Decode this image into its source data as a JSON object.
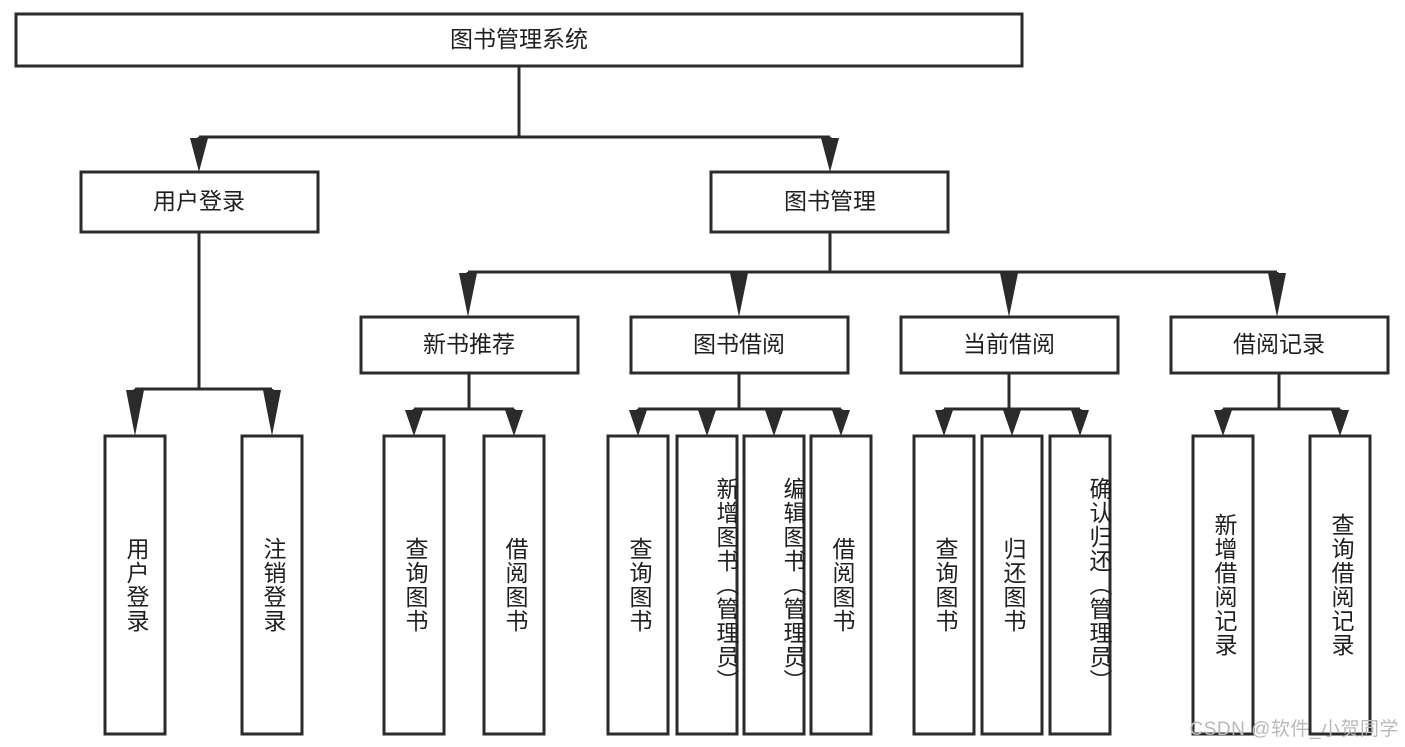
{
  "diagram": {
    "title": "图书管理系统",
    "type": "hierarchy-tree",
    "watermark": "CSDN @软件_小贺同学",
    "colors": {
      "stroke": "#2b2b2b",
      "fill": "#ffffff",
      "text": "#1f1f1f",
      "watermark": "#b9b9b9"
    },
    "levels": {
      "root": "图书管理系统",
      "level2": [
        "用户登录",
        "图书管理"
      ],
      "level3": [
        "新书推荐",
        "图书借阅",
        "当前借阅",
        "借阅记录"
      ]
    },
    "nodes": {
      "root": {
        "label": "图书管理系统"
      },
      "user_login": {
        "label": "用户登录"
      },
      "book_manage": {
        "label": "图书管理"
      },
      "new_book_rec": {
        "label": "新书推荐"
      },
      "book_borrow": {
        "label": "图书借阅"
      },
      "current_borrow": {
        "label": "当前借阅"
      },
      "borrow_record": {
        "label": "借阅记录"
      },
      "leaf_user_login": {
        "label": "用户登录"
      },
      "leaf_logout": {
        "label": "注销登录"
      },
      "leaf_query_book_1": {
        "label": "查询图书"
      },
      "leaf_borrow_book_1": {
        "label": "借阅图书"
      },
      "leaf_query_book_2": {
        "label": "查询图书"
      },
      "leaf_add_book": {
        "label": "新增图书（管理员）"
      },
      "leaf_edit_book": {
        "label": "编辑图书（管理员）"
      },
      "leaf_borrow_book_2": {
        "label": "借阅图书"
      },
      "leaf_query_book_3": {
        "label": "查询图书"
      },
      "leaf_return_book": {
        "label": "归还图书"
      },
      "leaf_confirm_return": {
        "label": "确认归还（管理员）"
      },
      "leaf_add_record": {
        "label": "新增借阅记录"
      },
      "leaf_query_record": {
        "label": "查询借阅记录"
      }
    },
    "edges": [
      {
        "from": "root",
        "to": "user_login"
      },
      {
        "from": "root",
        "to": "book_manage"
      },
      {
        "from": "user_login",
        "to": "leaf_user_login"
      },
      {
        "from": "user_login",
        "to": "leaf_logout"
      },
      {
        "from": "book_manage",
        "to": "new_book_rec"
      },
      {
        "from": "book_manage",
        "to": "book_borrow"
      },
      {
        "from": "book_manage",
        "to": "current_borrow"
      },
      {
        "from": "book_manage",
        "to": "borrow_record"
      },
      {
        "from": "new_book_rec",
        "to": "leaf_query_book_1"
      },
      {
        "from": "new_book_rec",
        "to": "leaf_borrow_book_1"
      },
      {
        "from": "book_borrow",
        "to": "leaf_query_book_2"
      },
      {
        "from": "book_borrow",
        "to": "leaf_add_book"
      },
      {
        "from": "book_borrow",
        "to": "leaf_edit_book"
      },
      {
        "from": "book_borrow",
        "to": "leaf_borrow_book_2"
      },
      {
        "from": "current_borrow",
        "to": "leaf_query_book_3"
      },
      {
        "from": "current_borrow",
        "to": "leaf_return_book"
      },
      {
        "from": "current_borrow",
        "to": "leaf_confirm_return"
      },
      {
        "from": "borrow_record",
        "to": "leaf_add_record"
      },
      {
        "from": "borrow_record",
        "to": "leaf_query_record"
      }
    ]
  }
}
